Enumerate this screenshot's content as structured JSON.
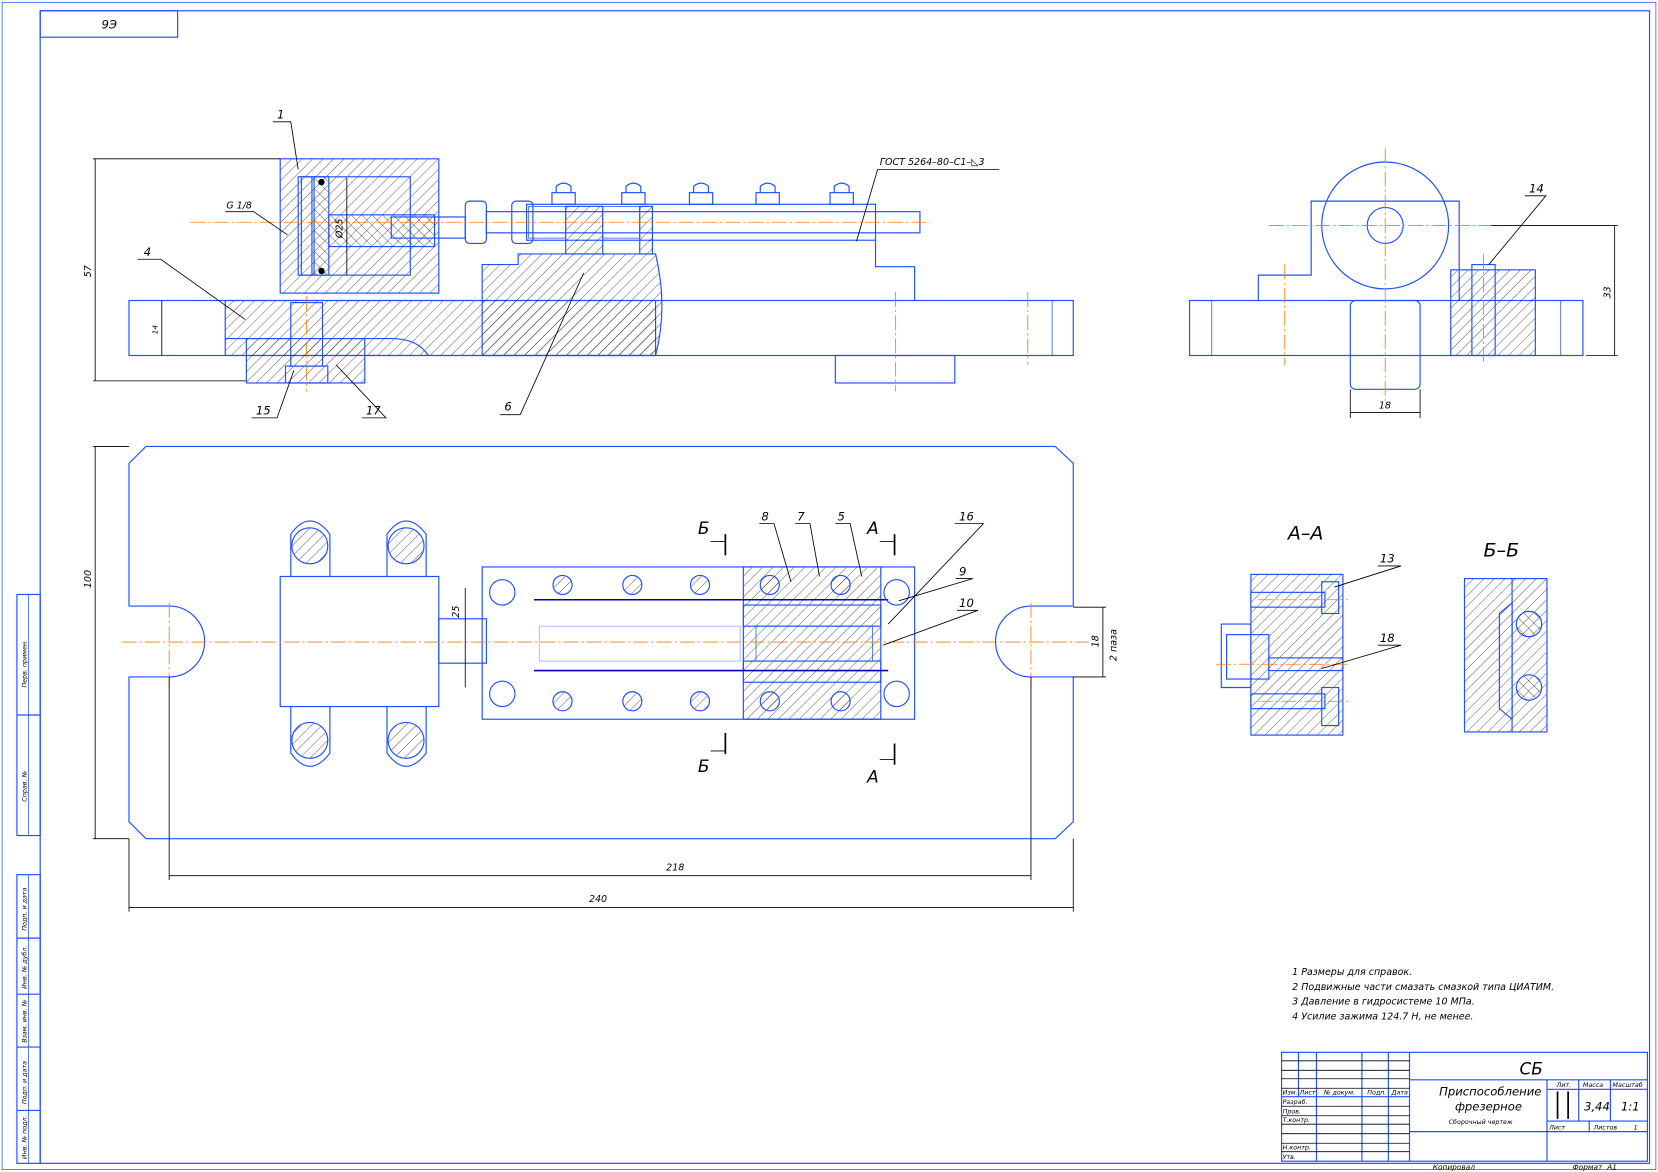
{
  "stamp_top": "9Э",
  "side_stamps": {
    "upper": [
      "Перв. примен.",
      "Справ. №"
    ],
    "lower": [
      "Подп. и дата",
      "Инв. № дубл.",
      "Взам. инв. №",
      "Подп. и дата",
      "Инв. № подл."
    ]
  },
  "front_view": {
    "positions": {
      "p1": "1",
      "p4": "4",
      "p6": "6",
      "p15": "15",
      "p17": "17"
    },
    "dims": {
      "height": "57",
      "plate": "14",
      "bore": "Ø25",
      "thread": "G 1/8"
    },
    "weld_note": "ГОСТ 5264–80–С1–◺3"
  },
  "side_view": {
    "positions": {
      "p14": "14"
    },
    "dims": {
      "height": "33",
      "width": "18"
    }
  },
  "plan_view": {
    "positions": {
      "p5": "5",
      "p7": "7",
      "p8": "8",
      "p9": "9",
      "p10": "10",
      "p16": "16"
    },
    "dims": {
      "width": "100",
      "rod": "25",
      "slot": "18",
      "slot_note": "2 паза",
      "inner": "218",
      "overall": "240"
    },
    "section_marks": {
      "b_top": "Б",
      "b_bottom": "Б",
      "a_top": "А",
      "a_bottom": "А"
    }
  },
  "section_aa": {
    "title": "А–А",
    "positions": {
      "p13": "13",
      "p18": "18"
    }
  },
  "section_bb": {
    "title": "Б–Б"
  },
  "notes": [
    "1 Размеры для справок.",
    "2 Подвижные части смазать смазкой типа ЦИАТИМ.",
    "3 Давление в гидросистеме 10 МПа.",
    "4 Усилие зажима 124.7 Н, не менее."
  ],
  "title_block": {
    "designation": "СБ",
    "name": [
      "Приспособление",
      "фрезерное"
    ],
    "doc_type": "Сборочный чертеж",
    "headers": [
      "Изм.",
      "Лист",
      "№ докум.",
      "Подп.",
      "Дата"
    ],
    "roles": [
      "Разраб.",
      "Пров.",
      "Т.контр.",
      "Н.контр.",
      "Утв."
    ],
    "lit_label": "Лит.",
    "mass_label": "Масса",
    "scale_label": "Масштаб",
    "mass": "3,44",
    "scale": "1:1",
    "sheet_label": "Лист",
    "sheets_label": "Листов",
    "sheets": "1",
    "copied": "Копировал",
    "format_label": "Формат",
    "format": "А1"
  },
  "colors": {
    "outline": "#1f4fff",
    "centerline": "#ff7a00",
    "text": "#000000"
  }
}
